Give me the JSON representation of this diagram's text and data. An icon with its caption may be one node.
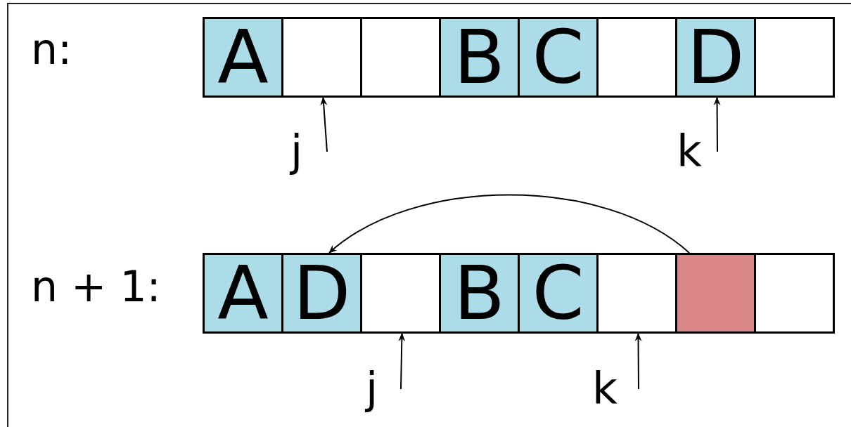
{
  "diagram": {
    "nodes": [
      {
        "text": [
          "A"
        ]
      },
      {
        "text": [],
        "shape": "box"
      },
      {
        "text": [],
        "shape": "box"
      },
      {
        "text": [
          "B"
        ]
      },
      {
        "text": [
          "C"
        ]
      },
      {
        "text": [],
        "shape": "box"
      },
      {
        "text": [
          "D"
        ]
      },
      {
        "text": [],
        "shape": "box"
      },
      {
        "text": [
          "A"
        ]
      },
      {
        "text": [
          "D"
        ]
      },
      {
        "text": [],
        "shape": "box"
      },
      {
        "text": [
          "B"
        ]
      },
      {
        "text": [
          "C"
        ]
      },
      {
        "text": [],
        "shape": "box"
      },
      {
        "text": [],
        "shape": "box"
      },
      {
        "text": [],
        "shape": "box"
      },
      {
        "text": [
          "j"
        ]
      },
      {
        "text": [
          "k"
        ]
      },
      {
        "text": [
          "j"
        ]
      },
      {
        "text": [
          "k"
        ]
      }
    ],
    "edges": [
      {
        "from": 16,
        "to": 1,
        "arrow": "to"
      },
      {
        "from": 17,
        "to": 6,
        "arrow": "to"
      },
      {
        "from": 18,
        "to": 10,
        "arrow": "to"
      },
      {
        "from": 19,
        "to": 13,
        "arrow": "to"
      },
      {
        "from": 14,
        "to": 9,
        "arrow": "to"
      }
    ],
    "labels": [
      "n:",
      "n + 1:"
    ]
  }
}
